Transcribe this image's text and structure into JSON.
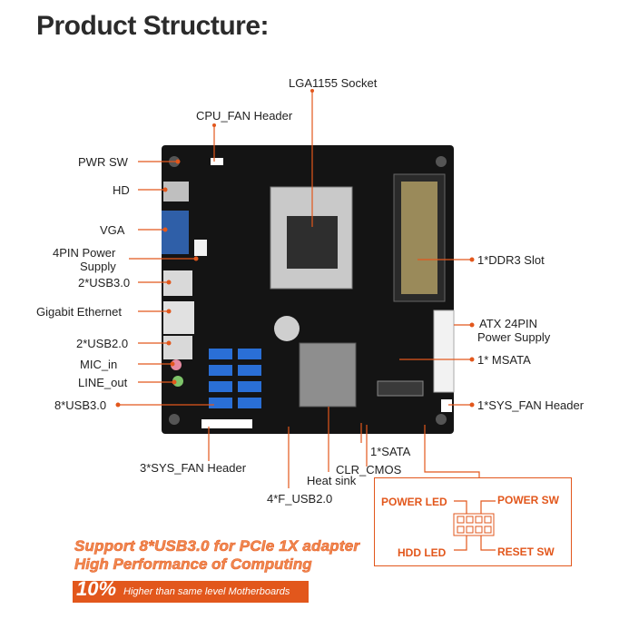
{
  "title": "Product Structure:",
  "labels": {
    "lga1155": "LGA1155 Socket",
    "cpu_fan": "CPU_FAN Header",
    "pwr_sw": "PWR SW",
    "hd": "HD",
    "vga": "VGA",
    "power4_line1": "4PIN Power",
    "power4_line2": "Supply",
    "usb30_2": "2*USB3.0",
    "ethernet": "Gigabit Ethernet",
    "usb20_2": "2*USB2.0",
    "mic_in": "MIC_in",
    "line_out": "LINE_out",
    "usb30_8": "8*USB3.0",
    "sys_fan_3": "3*SYS_FAN Header",
    "f_usb": "4*F_USB2.0",
    "heatsink": "Heat sink",
    "clr_cmos": "CLR_CMOS",
    "sata": "1*SATA",
    "ddr3": "1*DDR3 Slot",
    "atx_line1": "ATX 24PIN",
    "atx_line2": "Power Supply",
    "msata": "1* MSATA",
    "sys_fan_1": "1*SYS_FAN Header"
  },
  "front_panel": {
    "power_led": "POWER LED",
    "power_sw": "POWER SW",
    "hdd_led": "HDD  LED",
    "reset_sw": "RESET SW"
  },
  "promo": {
    "line1": "Support 8*USB3.0 for PCIe 1X adapter",
    "line2": "High Performance of Computing",
    "percent": "10%",
    "tagline": "Higher than same level Motherboards"
  },
  "colors": {
    "accent": "#e2571c",
    "board": "#141414",
    "usb_blue": "#2a6fd6"
  }
}
